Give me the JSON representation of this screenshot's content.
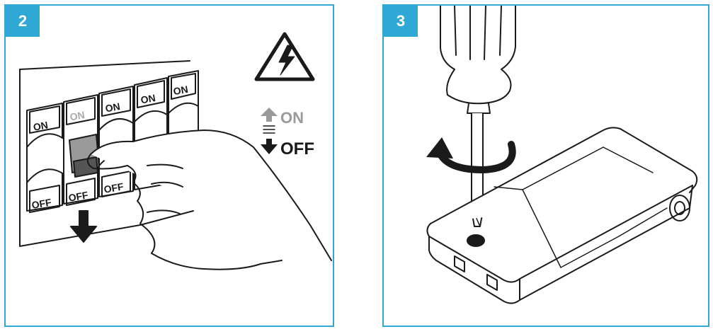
{
  "panels": [
    {
      "step": "2",
      "breaker_top_labels": [
        "ON",
        "ON",
        "ON",
        "ON",
        "ON"
      ],
      "breaker_bottom_labels": [
        "OFF",
        "OFF",
        "OFF"
      ],
      "legend": {
        "on": "ON",
        "off": "OFF"
      }
    },
    {
      "step": "3"
    }
  ],
  "colors": {
    "accent": "#2fa8d5",
    "line": "#1a1a1a",
    "switch_off": "#9a9a9a",
    "dim_label": "#aaaaaa"
  },
  "icons": [
    "high-voltage-warning-icon",
    "arrow-up-icon",
    "arrow-down-icon",
    "rotate-counterclockwise-arrow-icon"
  ]
}
